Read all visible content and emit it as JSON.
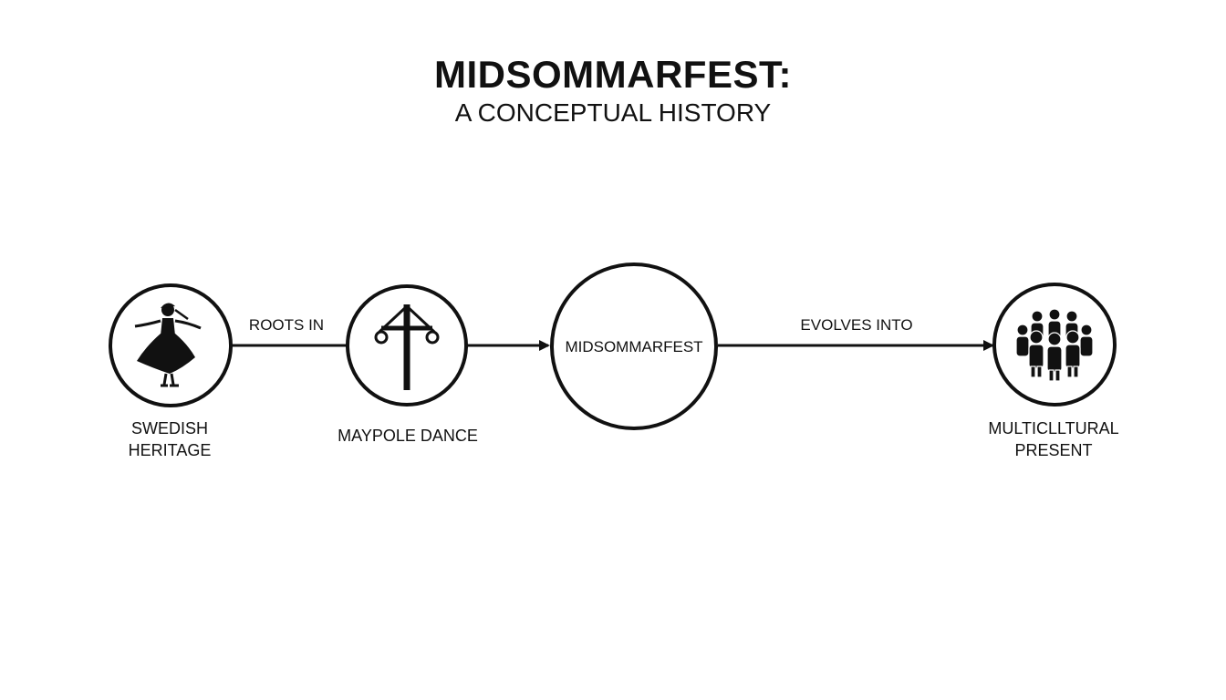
{
  "header": {
    "title": "MIDSOMMARFEST:",
    "subtitle": "A CONCEPTUAL HISTORY"
  },
  "nodes": [
    {
      "id": "swedish-heritage",
      "label": "SWEDISH\nHERITAGE",
      "icon": "folk-dancer-icon"
    },
    {
      "id": "maypole-dance",
      "label": "MAYPOLE DANCE",
      "icon": "maypole-icon"
    },
    {
      "id": "midsommarfest",
      "label": "MIDSOMMARFEST"
    },
    {
      "id": "multicultural-present",
      "label": "MULTICLLTURAL\nPRESENT",
      "icon": "crowd-icon"
    }
  ],
  "edges": [
    {
      "from": "swedish-heritage",
      "to": "maypole-dance",
      "label": "ROOTS IN"
    },
    {
      "from": "maypole-dance",
      "to": "midsommarfest",
      "label": ""
    },
    {
      "from": "midsommarfest",
      "to": "multicultural-present",
      "label": "EVOLVES INTO"
    }
  ],
  "colors": {
    "stroke": "#111111",
    "background": "#ffffff"
  }
}
